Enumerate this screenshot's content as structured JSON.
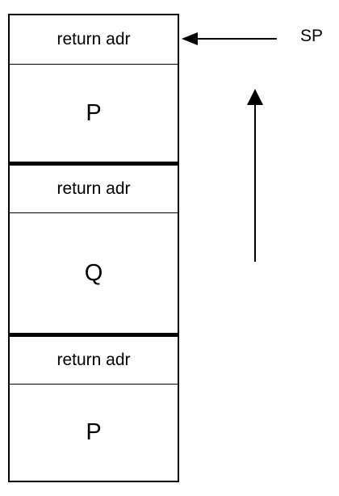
{
  "stack": {
    "frames": [
      {
        "return_label": "return adr",
        "proc_label": "P"
      },
      {
        "return_label": "return adr",
        "proc_label": "Q"
      },
      {
        "return_label": "return adr",
        "proc_label": "P"
      }
    ]
  },
  "pointer": {
    "label": "SP"
  }
}
